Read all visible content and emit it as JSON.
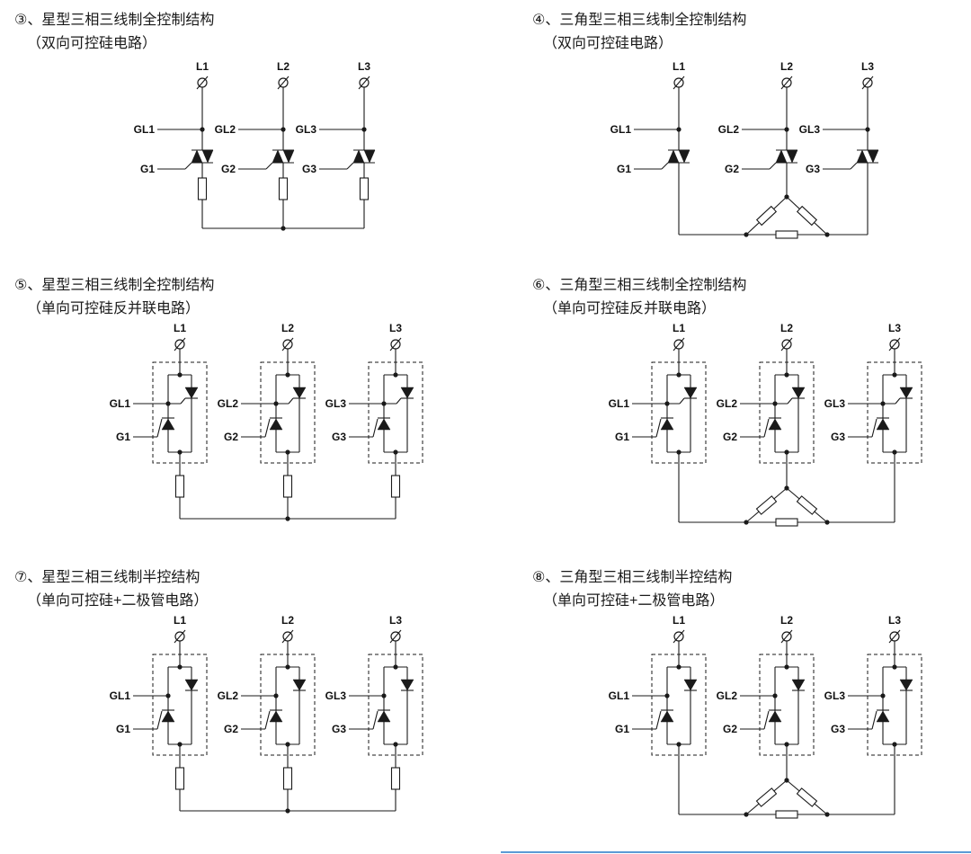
{
  "page": {
    "background": "#ffffff",
    "line_color": "#1a1a1a",
    "text_color": "#1a1a1a",
    "bottom_border_color": "#5b9bd5"
  },
  "panels": [
    {
      "number": "③",
      "title": "③、星型三相三线制全控制结构",
      "subtitle": "（双向可控硅电路）",
      "circuit": {
        "device": "triac",
        "topology": "star",
        "phase_labels": [
          "L1",
          "L2",
          "L3"
        ],
        "gate_line_labels": [
          "GL1",
          "GL2",
          "GL3"
        ],
        "gate_labels": [
          "G1",
          "G2",
          "G3"
        ]
      }
    },
    {
      "number": "④",
      "title": "④、三角型三相三线制全控制结构",
      "subtitle": "（双向可控硅电路）",
      "circuit": {
        "device": "triac",
        "topology": "delta",
        "phase_labels": [
          "L1",
          "L2",
          "L3"
        ],
        "gate_line_labels": [
          "GL1",
          "GL2",
          "GL3"
        ],
        "gate_labels": [
          "G1",
          "G2",
          "G3"
        ]
      }
    },
    {
      "number": "⑤",
      "title": "⑤、星型三相三线制全控制结构",
      "subtitle": "（单向可控硅反并联电路）",
      "circuit": {
        "device": "scr-antiparallel",
        "topology": "star",
        "phase_labels": [
          "L1",
          "L2",
          "L3"
        ],
        "gate_line_labels": [
          "GL1",
          "GL2",
          "GL3"
        ],
        "gate_labels": [
          "G1",
          "G2",
          "G3"
        ]
      }
    },
    {
      "number": "⑥",
      "title": "⑥、三角型三相三线制全控制结构",
      "subtitle": "（单向可控硅反并联电路）",
      "circuit": {
        "device": "scr-antiparallel",
        "topology": "delta",
        "phase_labels": [
          "L1",
          "L2",
          "L3"
        ],
        "gate_line_labels": [
          "GL1",
          "GL2",
          "GL3"
        ],
        "gate_labels": [
          "G1",
          "G2",
          "G3"
        ]
      }
    },
    {
      "number": "⑦",
      "title": "⑦、星型三相三线制半控结构",
      "subtitle": "（单向可控硅+二极管电路）",
      "circuit": {
        "device": "scr-diode",
        "topology": "star",
        "phase_labels": [
          "L1",
          "L2",
          "L3"
        ],
        "gate_line_labels": [
          "GL1",
          "GL2",
          "GL3"
        ],
        "gate_labels": [
          "G1",
          "G2",
          "G3"
        ]
      }
    },
    {
      "number": "⑧",
      "title": "⑧、三角型三相三线制半控结构",
      "subtitle": "（单向可控硅+二极管电路）",
      "circuit": {
        "device": "scr-diode",
        "topology": "delta",
        "phase_labels": [
          "L1",
          "L2",
          "L3"
        ],
        "gate_line_labels": [
          "GL1",
          "GL2",
          "GL3"
        ],
        "gate_labels": [
          "G1",
          "G2",
          "G3"
        ]
      }
    }
  ]
}
